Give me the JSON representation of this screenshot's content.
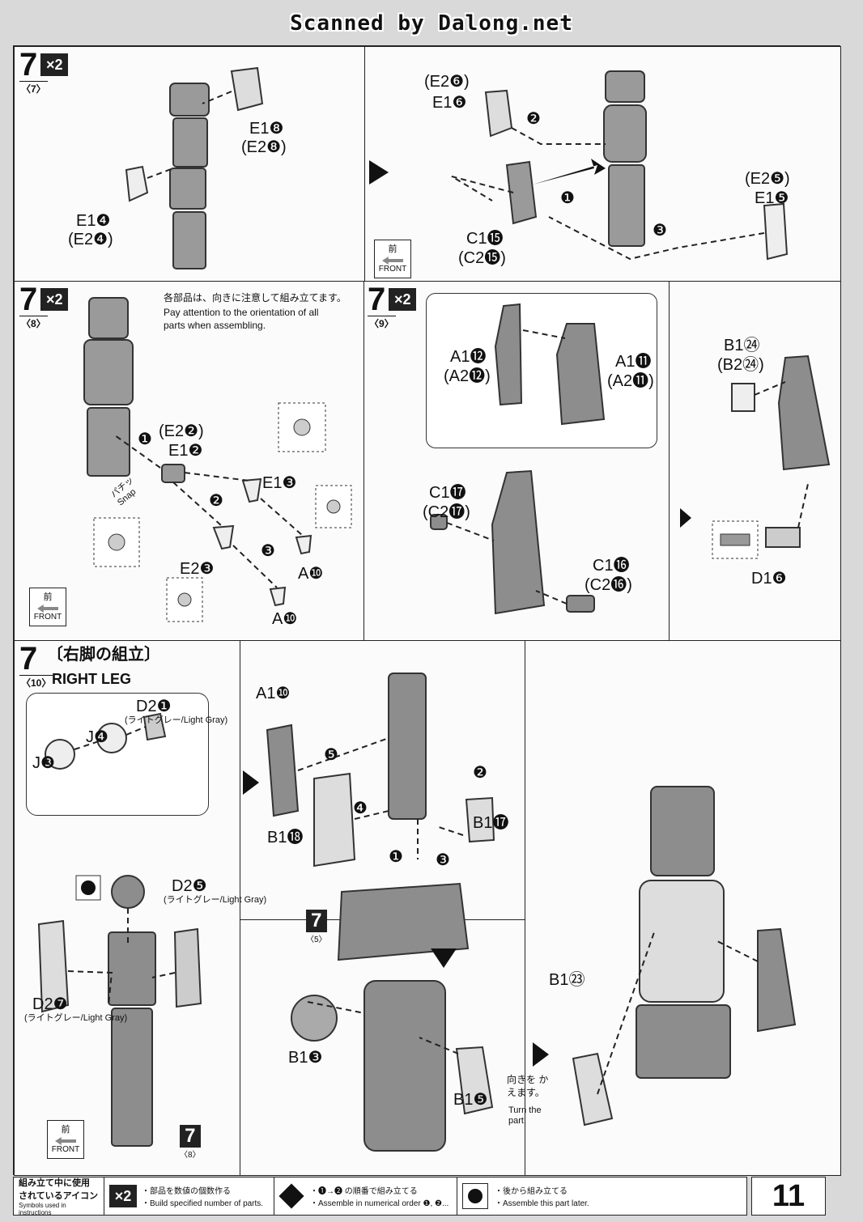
{
  "header": {
    "scan_text": "Scanned by Dalong.net"
  },
  "panel_7a": {
    "step": "7",
    "sub": "〈7〉",
    "multiplier": "×2",
    "labels": [
      "E1❽",
      "(E2❽)",
      "E1❹",
      "(E2❹)",
      "(E2❻)",
      "E1❻",
      "(E2❺)",
      "E1❺",
      "C1⓯",
      "(C2⓯)"
    ],
    "order": [
      "❷",
      "❶",
      "❸"
    ]
  },
  "panel_7b": {
    "step": "7",
    "sub": "〈8〉",
    "multiplier": "×2",
    "note_ja": "各部品は、向きに注意して組み立てます。",
    "note_en": "Pay attention to the orientation of all parts when assembling.",
    "labels": [
      "(E2❷)",
      "E1❷",
      "E1❸",
      "E2❸",
      "A❿",
      "A❿"
    ],
    "snap": "パチッ Snap",
    "order": [
      "❶",
      "❷",
      "❸"
    ]
  },
  "panel_7c": {
    "step": "7",
    "sub": "〈9〉",
    "multiplier": "×2",
    "labels": [
      "A1⓬",
      "(A2⓬)",
      "A1⓫",
      "(A2⓫)",
      "C1⓱",
      "(C2⓱)",
      "C1⓰",
      "(C2⓰)",
      "B1㉔",
      "(B2㉔)",
      "D1❻"
    ]
  },
  "panel_7d": {
    "step": "7",
    "title_ja": "〔右脚の組立〕",
    "sub": "〈10〉",
    "title_en": "RIGHT LEG",
    "labels": [
      "D2❶",
      "J❹",
      "J❸",
      "D2❺",
      "D2❼",
      "A1❿",
      "B1⓲",
      "B1⓱",
      "B1❸",
      "B1❺",
      "B1㉓"
    ],
    "gray_note": "(ライトグレー/Light Gray)",
    "ref_step": "7",
    "ref_sub5": "〈5〉",
    "ref_sub8": "〈8〉",
    "turn_ja": "向きを かえます。",
    "turn_en": "Turn the part.",
    "order": [
      "❺",
      "❹",
      "❷",
      "❶",
      "❸"
    ]
  },
  "front": {
    "kanji": "前",
    "en": "FRONT"
  },
  "legend": {
    "title_ja": "組み立て中に使用 されているアイコン",
    "title_en": "Symbols used in instructions",
    "x2_ja": "・部品を数値の個数作る",
    "x2_en": "・Build specified number of parts.",
    "order_ja": "・❶→❷ の順番で組み立てる",
    "order_en": "・Assemble in numerical order ❶, ❷...",
    "later_ja": "・後から組み立てる",
    "later_en": "・Assemble this part later."
  },
  "page_number": "11"
}
